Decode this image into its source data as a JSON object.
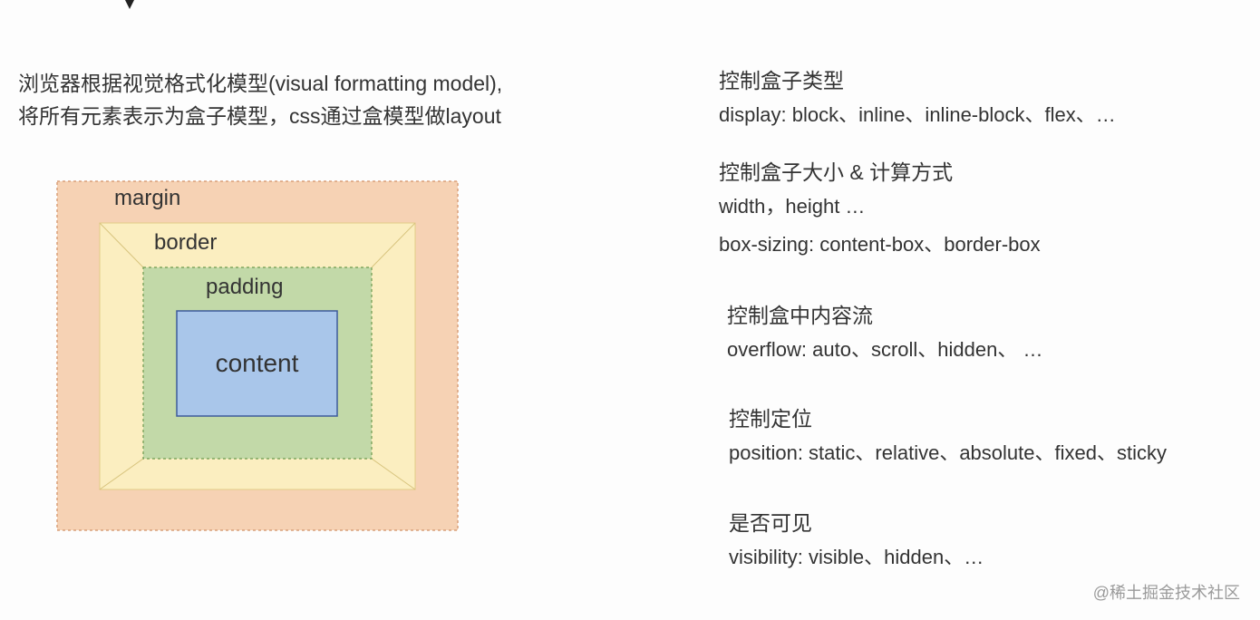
{
  "intro": {
    "line1": "浏览器根据视觉格式化模型(visual formatting model),",
    "line2": "将所有元素表示为盒子模型，css通过盒模型做layout"
  },
  "box_model": {
    "margin": "margin",
    "border": "border",
    "padding": "padding",
    "content": "content",
    "colors": {
      "margin": "#f6d2b4",
      "border": "#fbeec0",
      "padding": "#c2d9a8",
      "content": "#a9c6ea",
      "content_border": "#3c5a9a"
    }
  },
  "groups": [
    {
      "title": "控制盒子类型",
      "lines": [
        "display: block、inline、inline-block、flex、…"
      ]
    },
    {
      "title": "控制盒子大小 & 计算方式",
      "lines": [
        "width，height …",
        "box-sizing: content-box、border-box"
      ]
    },
    {
      "title": "控制盒中内容流",
      "lines": [
        "overflow: auto、scroll、hidden、 …"
      ]
    },
    {
      "title": "控制定位",
      "lines": [
        "position: static、relative、absolute、fixed、sticky"
      ]
    },
    {
      "title": "是否可见",
      "lines": [
        "visibility: visible、hidden、…"
      ]
    }
  ],
  "watermark": "@稀土掘金技术社区"
}
